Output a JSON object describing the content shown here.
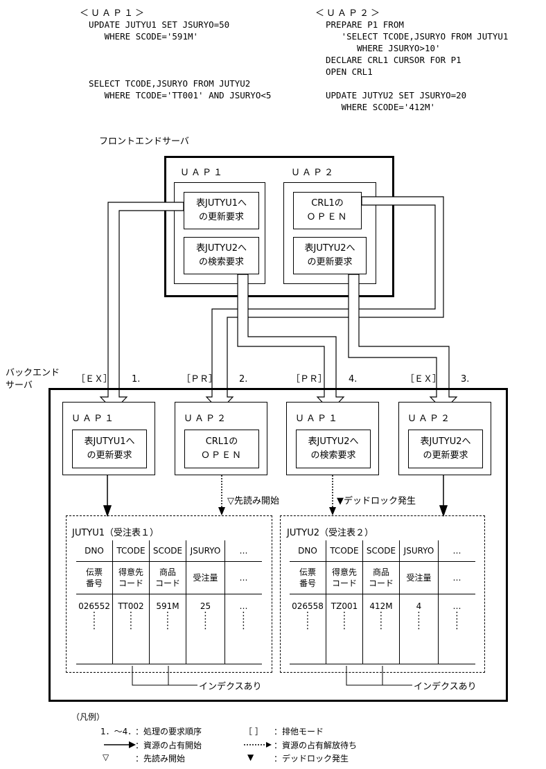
{
  "sql": {
    "uap1_title": "＜ＵＡＰ１＞",
    "uap1_lines": [
      "UPDATE JUTYU1 SET JSURYO=50",
      "   WHERE SCODE='591M'",
      "",
      "",
      "",
      "SELECT TCODE,JSURYO FROM JUTYU2",
      "   WHERE TCODE='TT001' AND JSURYO<5"
    ],
    "uap2_title": "＜ＵＡＰ２＞",
    "uap2_lines": [
      "PREPARE P1 FROM",
      "   'SELECT TCODE,JSURYO FROM JUTYU1",
      "      WHERE JSURYO>10'",
      "DECLARE CRL1 CURSOR FOR P1",
      "OPEN CRL1",
      "",
      "UPDATE JUTYU2 SET JSURYO=20",
      "   WHERE SCODE='412M'"
    ]
  },
  "frontend": {
    "label": "フロントエンドサーバ",
    "uap1_label": "ＵＡＰ１",
    "uap2_label": "ＵＡＰ２",
    "req_update_jutyu1": [
      "表JUTYU1へ",
      "の更新要求"
    ],
    "req_search_jutyu2": [
      "表JUTYU2へ",
      "の検索要求"
    ],
    "req_open_crl1": [
      "CRL1の",
      "ＯＰＥＮ"
    ],
    "req_update_jutyu2": [
      "表JUTYU2へ",
      "の更新要求"
    ]
  },
  "backend": {
    "label_line1": "バックエンド",
    "label_line2": "サーバ",
    "slots": [
      {
        "mode": "［ＥＸ］",
        "order": "1.",
        "uap": "ＵＡＰ１",
        "req": [
          "表JUTYU1へ",
          "の更新要求"
        ]
      },
      {
        "mode": "［ＰＲ］",
        "order": "2.",
        "uap": "ＵＡＰ２",
        "req": [
          "CRL1の",
          "ＯＰＥＮ"
        ]
      },
      {
        "mode": "［ＰＲ］",
        "order": "4.",
        "uap": "ＵＡＰ１",
        "req": [
          "表JUTYU2へ",
          "の検索要求"
        ]
      },
      {
        "mode": "［ＥＸ］",
        "order": "3.",
        "uap": "ＵＡＰ２",
        "req": [
          "表JUTYU2へ",
          "の更新要求"
        ]
      }
    ],
    "prefetch_note": "▽先読み開始",
    "deadlock_note": "▼デッドロック発生",
    "index_note": "インデクスあり"
  },
  "tables": [
    {
      "title": "JUTYU1（受注表１）",
      "columns": [
        "DNO",
        "TCODE",
        "SCODE",
        "JSURYO",
        "…"
      ],
      "jp_columns": [
        [
          "伝票",
          "番号"
        ],
        [
          "得意先",
          "コード"
        ],
        [
          "商品",
          "コード"
        ],
        [
          "受注量"
        ],
        [
          "…"
        ]
      ],
      "row": [
        "026552",
        "TT002",
        "591M",
        "25",
        "…"
      ]
    },
    {
      "title": "JUTYU2（受注表２）",
      "columns": [
        "DNO",
        "TCODE",
        "SCODE",
        "JSURYO",
        "…"
      ],
      "jp_columns": [
        [
          "伝票",
          "番号"
        ],
        [
          "得意先",
          "コード"
        ],
        [
          "商品",
          "コード"
        ],
        [
          "受注量"
        ],
        [
          "…"
        ]
      ],
      "row": [
        "026558",
        "TZ001",
        "412M",
        "4",
        "…"
      ]
    }
  ],
  "legend": {
    "title": "（凡例）",
    "order_key": "1．～4．",
    "order_desc": "：処理の要求順序",
    "bracket_key": "［ ］",
    "bracket_desc": "：排他モード",
    "solid_desc": "：資源の占有開始",
    "dotted_desc": "：資源の占有解放待ち",
    "open_tri_key": "▽",
    "open_tri_desc": "：先読み開始",
    "filled_tri_key": "▼",
    "filled_tri_desc": "：デッドロック発生"
  }
}
